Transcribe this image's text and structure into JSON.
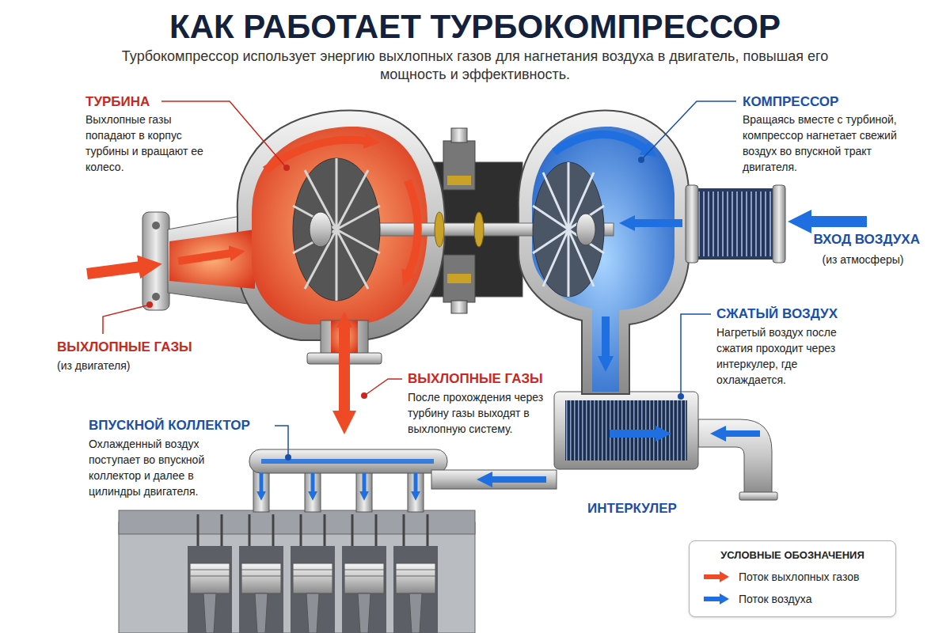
{
  "diagram": {
    "title": "КАК РАБОТАЕТ ТУРБОКОМПРЕССОР",
    "caption": "Турбокомпрессор использует энергию выхлопных газов для нагнетания воздуха в двигатель, повышая его мощность и эффективность.",
    "nodes": [
      {
        "text": [
          "УСЛОВНЫЕ ОБОЗНАЧЕНИЯ"
        ]
      }
    ],
    "labels": [
      "ТУРБИНА",
      "Выхлопные газы попадают в корпус турбины и вращают ее колесо.",
      "КОМПРЕССОР",
      "Вращаясь вместе с турбиной, компрессор нагнетает свежий воздух во впускной тракт двигателя.",
      "ВХОД ВОЗДУХА",
      "(из атмосферы)",
      "ВЫХЛОПНЫЕ ГАЗЫ",
      "(из двигателя)",
      "СЖАТЫЙ ВОЗДУХ",
      "Нагретый воздух после сжатия проходит через интеркулер, где охлаждается.",
      "ВЫХЛОПНЫЕ ГАЗЫ",
      "После прохождения через турбину газы выходят в выхлопную систему.",
      "ВПУСКНОЙ КОЛЛЕКТОР",
      "Охлажденный воздух поступает во впускной коллектор и далее в цилиндры двигателя.",
      "ИНТЕРКУЛЕР"
    ],
    "legend": [
      {
        "text": "Поток выхлопных газов",
        "color": "#ee4a25"
      },
      {
        "text": "Поток воздуха",
        "color": "#1f6fe0"
      }
    ]
  }
}
